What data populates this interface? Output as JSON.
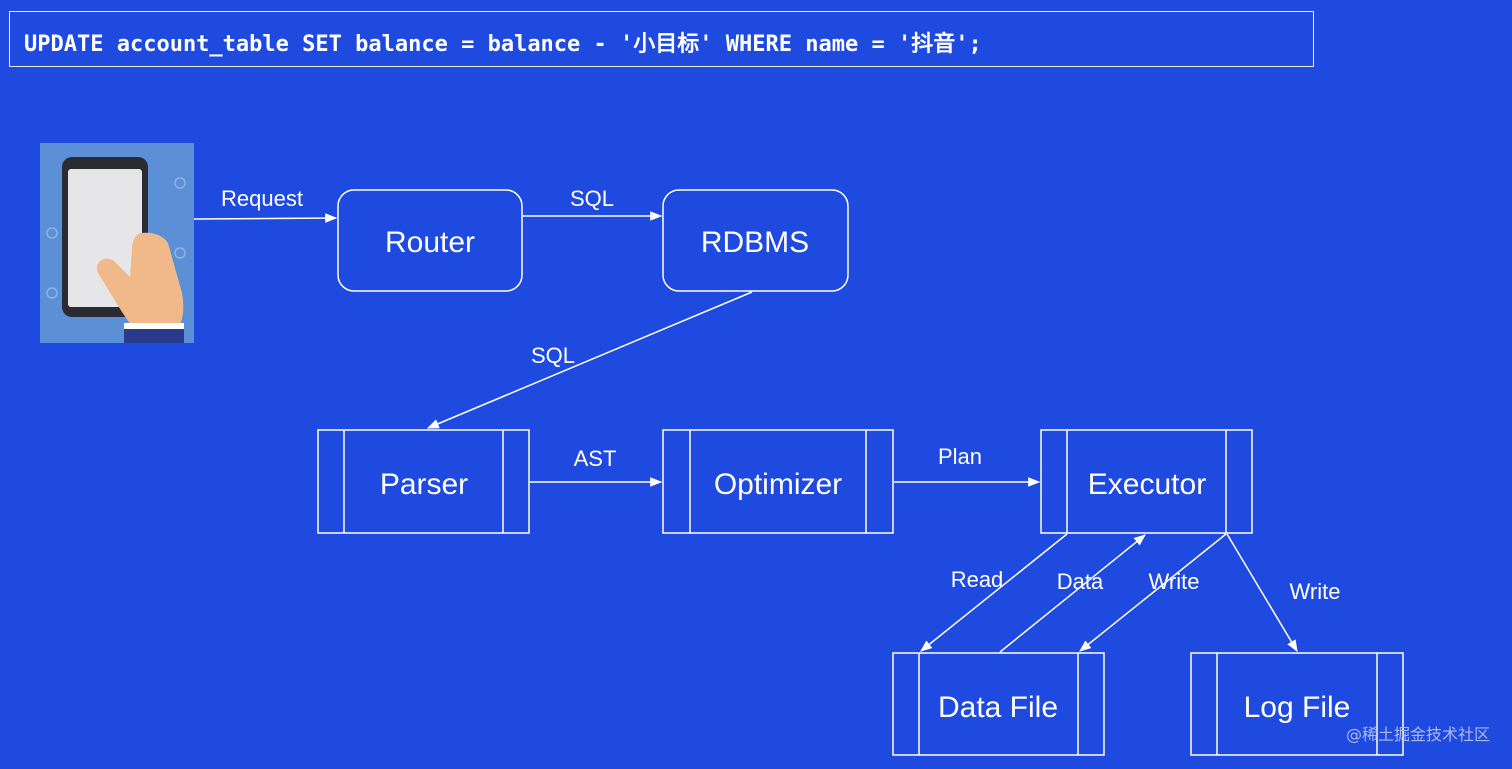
{
  "sql_statement": "UPDATE account_table SET balance = balance - '小目标' WHERE name = '抖音';",
  "nodes": {
    "router": "Router",
    "rdbms": "RDBMS",
    "parser": "Parser",
    "optimizer": "Optimizer",
    "executor": "Executor",
    "data_file": "Data File",
    "log_file": "Log File"
  },
  "edges": {
    "request": "Request",
    "sql_1": "SQL",
    "sql_2": "SQL",
    "ast": "AST",
    "plan": "Plan",
    "read": "Read",
    "data": "Data",
    "write_data": "Write",
    "write_log": "Write"
  },
  "watermark": "@稀土掘金技术社区",
  "colors": {
    "background": "#1f4ae0",
    "stroke": "#ffffff"
  },
  "icons": {
    "client": "phone-hand-icon"
  }
}
